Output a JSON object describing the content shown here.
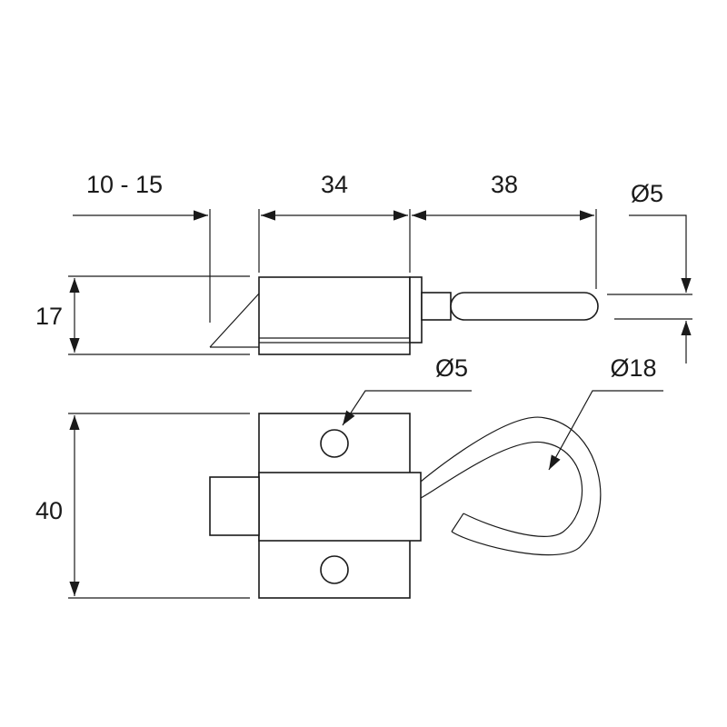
{
  "colors": {
    "stroke": "#1a1a1a",
    "background": "#ffffff"
  },
  "dimensions": {
    "throw": "10 - 15",
    "body_length": "34",
    "bolt_length": "38",
    "bolt_diameter": "Ø5",
    "height": "17",
    "width": "40",
    "hole_diameter": "Ø5",
    "hook_diameter": "Ø18"
  }
}
